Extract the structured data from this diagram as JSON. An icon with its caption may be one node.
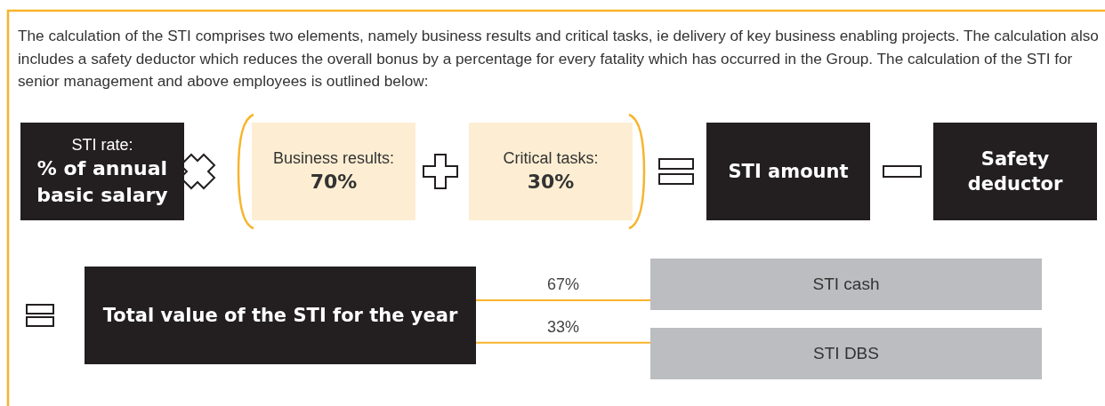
{
  "diagram": {
    "nodes": [
      {
        "text": [
          "STI rate:",
          "% of annual basic salary"
        ]
      },
      {
        "text": [
          "Business results:",
          "70%"
        ]
      },
      {
        "text": [
          "Critical tasks:",
          "30%"
        ]
      },
      {
        "text": [
          "STI amount"
        ]
      },
      {
        "text": [
          "Safety deductor"
        ]
      },
      {
        "text": [
          "Total value of the STI for the year"
        ]
      },
      {
        "text": [
          "STI cash"
        ]
      },
      {
        "text": [
          "STI DBS"
        ]
      }
    ],
    "edges": [
      {
        "from": 5,
        "to": 6,
        "arrow": "none",
        "label": "67%"
      },
      {
        "from": 5,
        "to": 7,
        "arrow": "none",
        "label": "33%"
      }
    ],
    "labels": [
      "The calculation of the STI comprises two elements, namely business results and critical tasks, ie delivery of key business enabling projects. The calculation also includes a safety deductor which reduces the overall bonus by a percentage for every fatality which has occurred in the Group. The calculation of the STI for senior management and above employees is outlined below:"
    ]
  }
}
